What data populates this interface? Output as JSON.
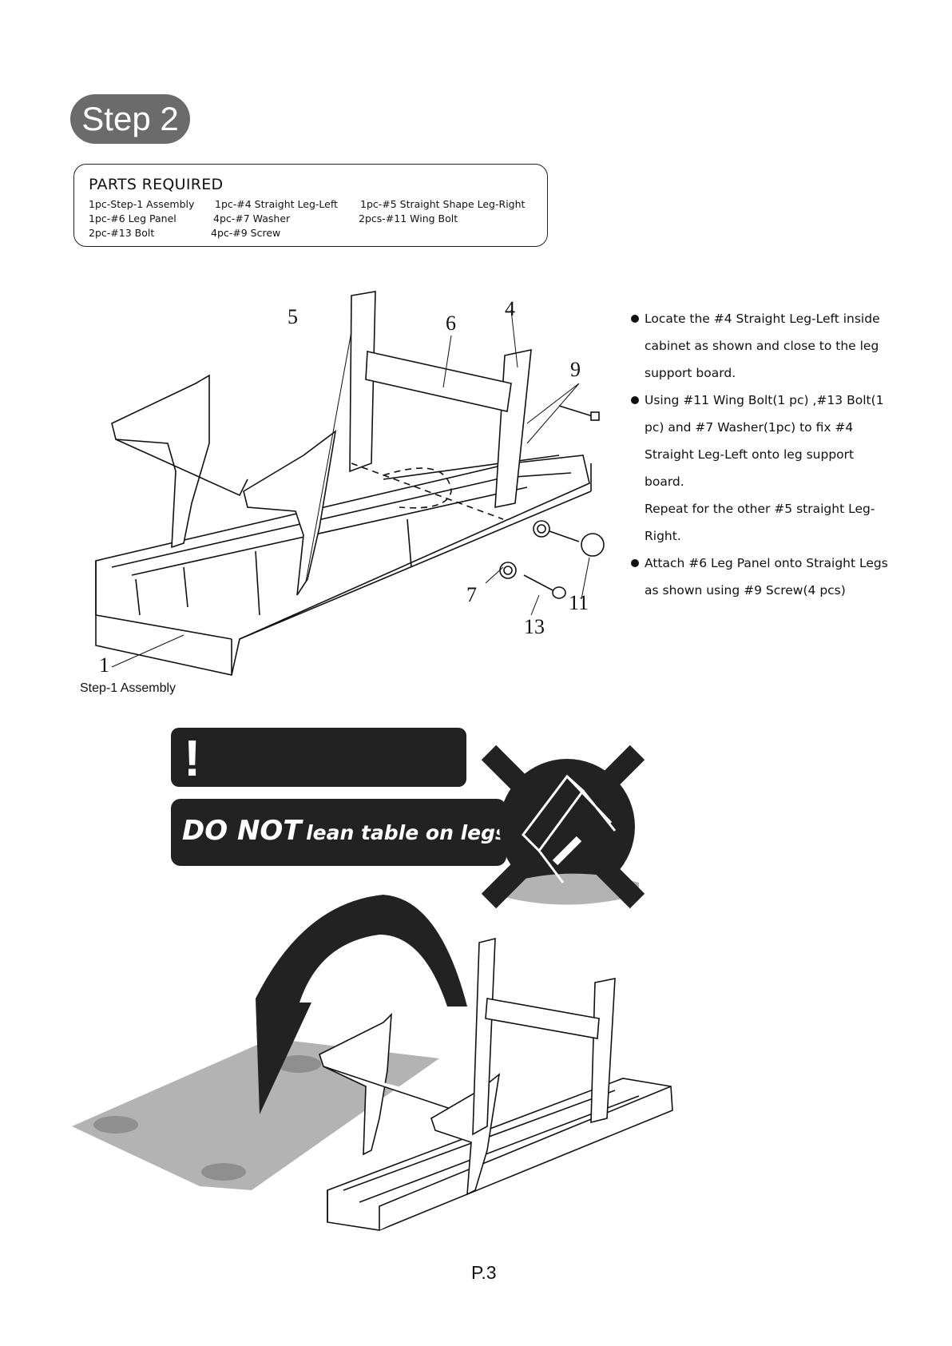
{
  "step_title": "Step 2",
  "parts": {
    "title": "PARTS REQUIRED",
    "items": [
      "1pc-Step-1 Assembly",
      "1pc-#4 Straight Leg-Left",
      "1pc-#5 Straight Shape Leg-Right",
      "1pc-#6 Leg Panel",
      "4pc-#7 Washer",
      "2pcs-#11 Wing Bolt",
      "2pc-#13 Bolt",
      "4pc-#9 Screw"
    ]
  },
  "diagram": {
    "callouts": [
      "5",
      "6",
      "4",
      "9",
      "7",
      "11",
      "13",
      "1"
    ],
    "step1_label": "Step-1 Assembly"
  },
  "instructions": [
    {
      "bullet": true,
      "text": "Locate the #4 Straight Leg-Left inside cabinet as shown and close to the leg support board."
    },
    {
      "bullet": true,
      "text": "Using #11 Wing Bolt(1 pc) ,#13 Bolt(1 pc) and #7 Washer(1pc) to fix #4 Straight Leg-Left onto leg support board."
    },
    {
      "bullet": false,
      "text": "Repeat for the other #5 straight Leg-Right."
    },
    {
      "bullet": true,
      "text": "Attach #6 Leg Panel onto Straight Legs as shown using #9 Screw(4 pcs)"
    }
  ],
  "warning": {
    "mark": "!",
    "emphasis": "DO NOT",
    "message": "lean table on legs",
    "end": "!"
  },
  "icons": [
    "warning-x-icon",
    "rotate-arrow-icon"
  ],
  "colors": {
    "badge": "#6b6b6b",
    "warning_bg": "#222222",
    "floor": "#b3b3b3"
  },
  "page_number": "P.3"
}
